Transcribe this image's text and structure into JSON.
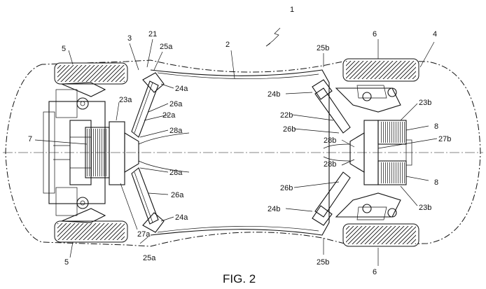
{
  "figure": {
    "caption": "FIG. 2",
    "labels": {
      "n1": "1",
      "n2": "2",
      "n3": "3",
      "n4": "4",
      "n5_top": "5",
      "n5_bottom": "5",
      "n6_top": "6",
      "n6_bottom": "6",
      "n7": "7",
      "n8_top": "8",
      "n8_bottom": "8",
      "n21": "21",
      "n22a": "22a",
      "n22b": "22b",
      "n23a": "23a",
      "n23b_top": "23b",
      "n23b_bottom": "23b",
      "n24a_top": "24a",
      "n24a_bottom": "24a",
      "n24b_top": "24b",
      "n24b_bottom": "24b",
      "n25a_top": "25a",
      "n25a_bottom": "25a",
      "n25b_top": "25b",
      "n25b_bottom": "25b",
      "n26a_top": "26a",
      "n26a_bottom": "26a",
      "n26b_top": "26b",
      "n26b_bottom": "26b",
      "n27a": "27a",
      "n27b": "27b",
      "n28a_top": "28a",
      "n28a_bottom": "28a",
      "n28b_top": "28b",
      "n28b_bottom": "28b"
    }
  }
}
